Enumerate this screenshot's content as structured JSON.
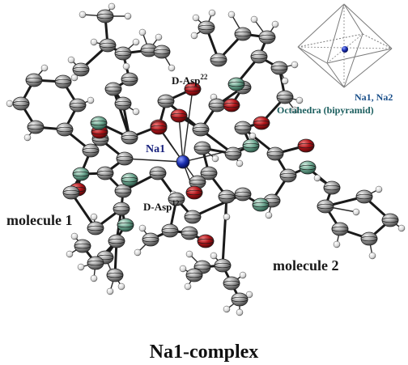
{
  "figure": {
    "title": "Na1-complex",
    "labels": {
      "molecule_1": "molecule 1",
      "molecule_2": "molecule 2",
      "na1": "Na1",
      "asp22": "D-Asp",
      "asp22_sup": "22",
      "asp12": "D-Asp",
      "asp12_sup": "12"
    },
    "inset": {
      "line1": "Na1, Na2",
      "line2": "Octahedra (bipyramid)"
    },
    "colors": {
      "carbon": "#8a8a8a",
      "oxygen": "#b0151a",
      "nitrogen": "#5e9c86",
      "sodium": "#1a2fb0",
      "hydrogen": "#e8e8e8",
      "bond": "#1a1a1a"
    }
  }
}
